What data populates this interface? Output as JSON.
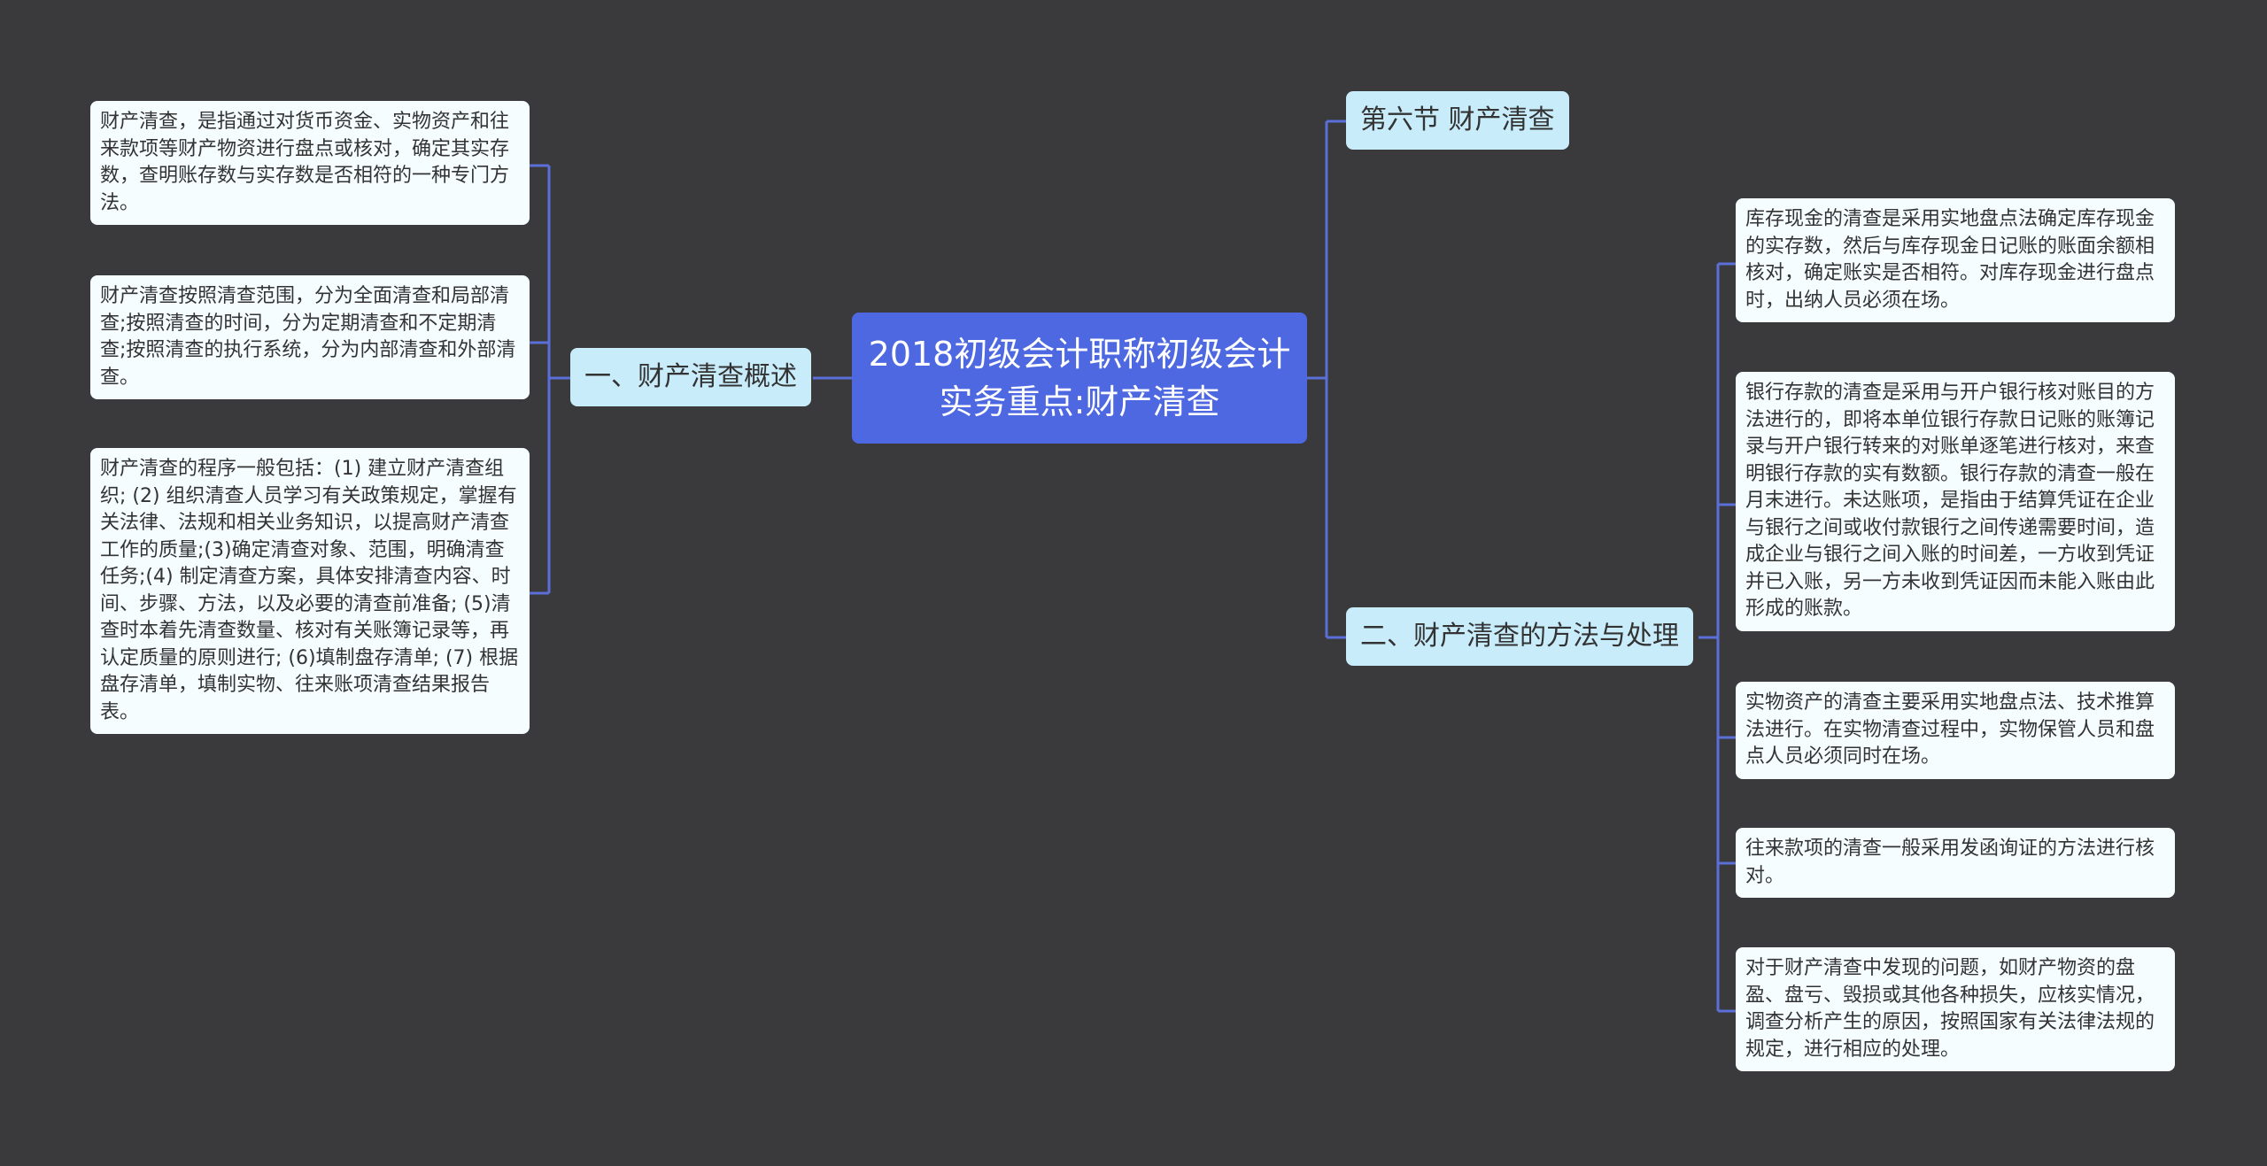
{
  "root": {
    "title": "2018初级会计职称初级会计实务重点:财产清查"
  },
  "branches": {
    "overview": {
      "label": "一、财产清查概述"
    },
    "section": {
      "label": "第六节 财产清查"
    },
    "methods": {
      "label": "二、财产清查的方法与处理"
    }
  },
  "overview_items": [
    "财产清查，是指通过对货币资金、实物资产和往来款项等财产物资进行盘点或核对，确定其实存数，查明账存数与实存数是否相符的一种专门方法。",
    "财产清查按照清查范围，分为全面清查和局部清查;按照清查的时间，分为定期清查和不定期清查;按照清查的执行系统，分为内部清查和外部清查。",
    "财产清查的程序一般包括：(1) 建立财产清查组织; (2) 组织清查人员学习有关政策规定，掌握有关法律、法规和相关业务知识，以提高财产清查工作的质量;(3)确定清查对象、范围，明确清查任务;(4) 制定清查方案，具体安排清查内容、时间、步骤、方法，以及必要的清查前准备; (5)清查时本着先清查数量、核对有关账簿记录等，再认定质量的原则进行; (6)填制盘存清单; (7) 根据盘存清单，填制实物、往来账项清查结果报告表。"
  ],
  "method_items": [
    "库存现金的清查是采用实地盘点法确定库存现金的实存数，然后与库存现金日记账的账面余额相核对，确定账实是否相符。对库存现金进行盘点时，出纳人员必须在场。",
    "银行存款的清查是采用与开户银行核对账目的方法进行的，即将本单位银行存款日记账的账簿记录与开户银行转来的对账单逐笔进行核对，来查明银行存款的实有数额。银行存款的清查一般在月末进行。未达账项，是指由于结算凭证在企业与银行之间或收付款银行之间传递需要时间，造成企业与银行之间入账的时间差，一方收到凭证并已入账，另一方未收到凭证因而未能入账由此形成的账款。",
    "实物资产的清查主要采用实地盘点法、技术推算法进行。在实物清查过程中，实物保管人员和盘点人员必须同时在场。",
    "往来款项的清查一般采用发函询证的方法进行核对。",
    "对于财产清查中发现的问题，如财产物资的盘盈、盘亏、毁损或其他各种损失，应核实情况，调查分析产生的原因，按照国家有关法律法规的规定，进行相应的处理。"
  ],
  "colors": {
    "background": "#3a3a3c",
    "root": "#4d68e0",
    "branch": "#c9ecfb",
    "leaf": "#f5fdff",
    "connector": "#5a6fd8"
  }
}
